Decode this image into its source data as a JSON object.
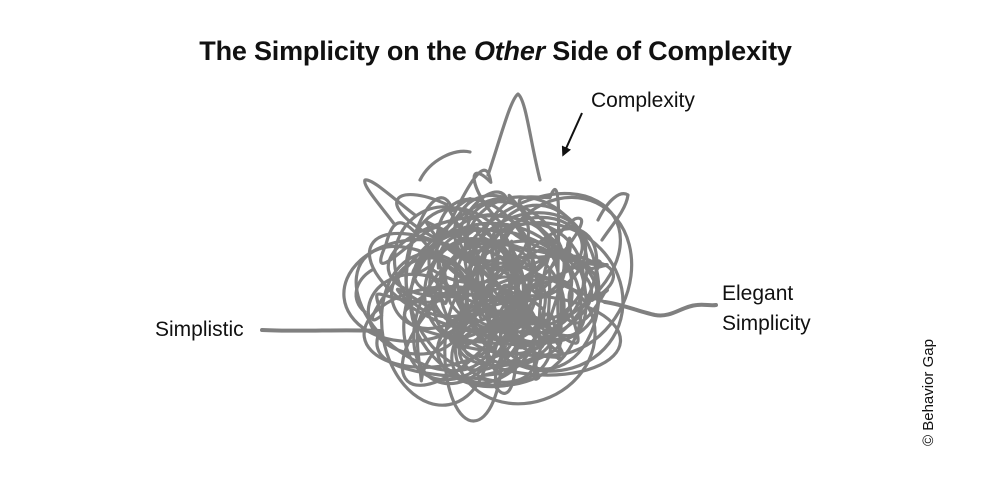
{
  "title": {
    "before": "The Simplicity on the ",
    "emphasis": "Other",
    "after": " Side of Complexity"
  },
  "labels": {
    "complexity": "Complexity",
    "simplistic": "Simplistic",
    "elegant_line1": "Elegant",
    "elegant_line2": "Simplicity"
  },
  "credit": "© Behavior Gap",
  "colors": {
    "scribble": "#808080",
    "text": "#111111",
    "background": "#ffffff"
  }
}
